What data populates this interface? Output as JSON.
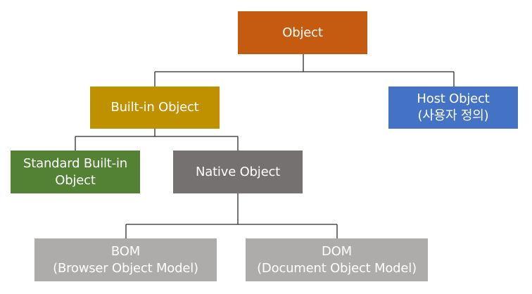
{
  "diagram": {
    "nodes": {
      "object": {
        "label": "Object",
        "color": "#c55a11"
      },
      "builtin": {
        "label": "Built-in Object",
        "color": "#bf9000"
      },
      "host": {
        "label": "Host Object\n(사용자 정의)",
        "color": "#4472c4"
      },
      "standard": {
        "label": "Standard Built-in\nObject",
        "color": "#548235"
      },
      "native": {
        "label": "Native Object",
        "color": "#767171"
      },
      "bom": {
        "label": "BOM\n(Browser Object Model)",
        "color": "#aeabab"
      },
      "dom": {
        "label": "DOM\n(Document Object Model)",
        "color": "#aeabab"
      }
    },
    "edges": [
      [
        "object",
        "builtin"
      ],
      [
        "object",
        "host"
      ],
      [
        "builtin",
        "standard"
      ],
      [
        "builtin",
        "native"
      ],
      [
        "native",
        "bom"
      ],
      [
        "native",
        "dom"
      ]
    ]
  }
}
